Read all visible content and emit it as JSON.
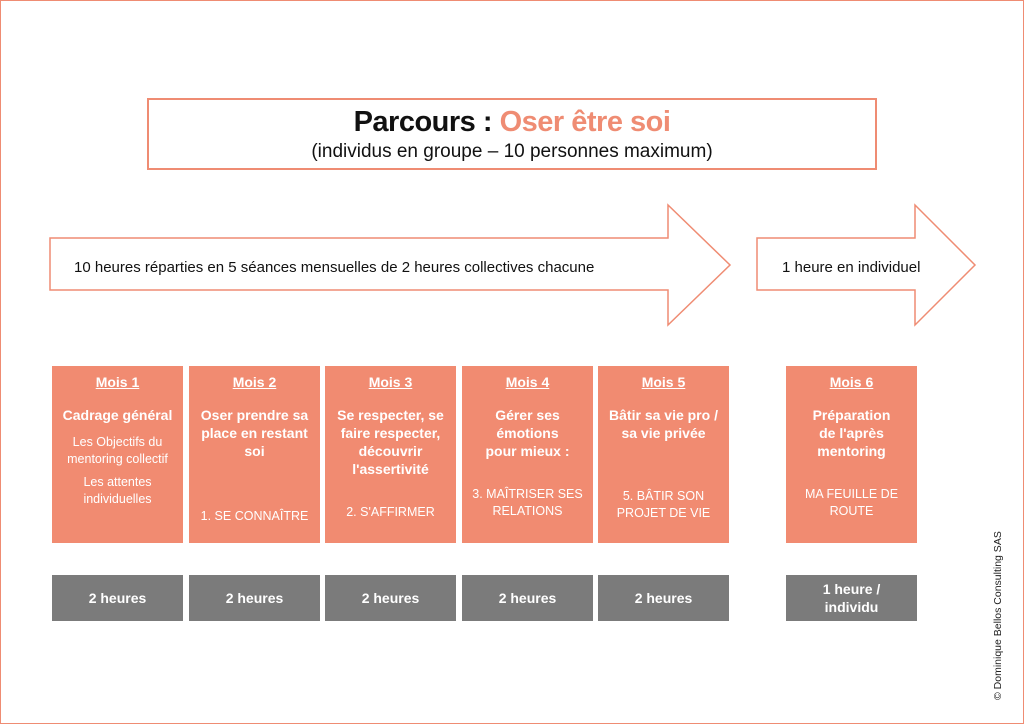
{
  "title": {
    "prefix": "Parcours :",
    "highlight": "Oser être soi",
    "subtitle": "(individus en groupe – 10 personnes maximum)"
  },
  "arrows": [
    {
      "label": "10 heures réparties en 5 séances mensuelles de 2 heures collectives chacune"
    },
    {
      "label": "1 heure en individuel"
    }
  ],
  "months": [
    {
      "name": "Mois 1",
      "heading": "Cadrage général",
      "details": [
        "Les Objectifs du mentoring collectif",
        "Les attentes individuelles"
      ],
      "duration": "2 heures"
    },
    {
      "name": "Mois 2",
      "heading": "Oser prendre sa place en restant soi",
      "details": [
        "1. SE CONNAÎTRE"
      ],
      "duration": "2 heures"
    },
    {
      "name": "Mois 3",
      "heading": "Se respecter, se faire respecter, découvrir l'assertivité",
      "details": [
        "2. S'AFFIRMER"
      ],
      "duration": "2 heures"
    },
    {
      "name": "Mois 4",
      "heading": "Gérer ses émotions pour mieux :",
      "details": [
        "3. MAÎTRISER SES RELATIONS"
      ],
      "duration": "2 heures"
    },
    {
      "name": "Mois 5",
      "heading": "Bâtir sa vie pro / sa vie privée",
      "details": [
        "5. BÂTIR SON PROJET DE VIE"
      ],
      "duration": "2 heures"
    },
    {
      "name": "Mois 6",
      "heading": "Préparation de l'après mentoring",
      "details": [
        "MA FEUILLE DE ROUTE"
      ],
      "duration": "1 heure / individu"
    }
  ],
  "copyright": "© Dominique Bellos Consulting SAS",
  "colors": {
    "accent": "#f18b71",
    "duration_bg": "#7b7b7b",
    "outline": "#ef8c73"
  }
}
